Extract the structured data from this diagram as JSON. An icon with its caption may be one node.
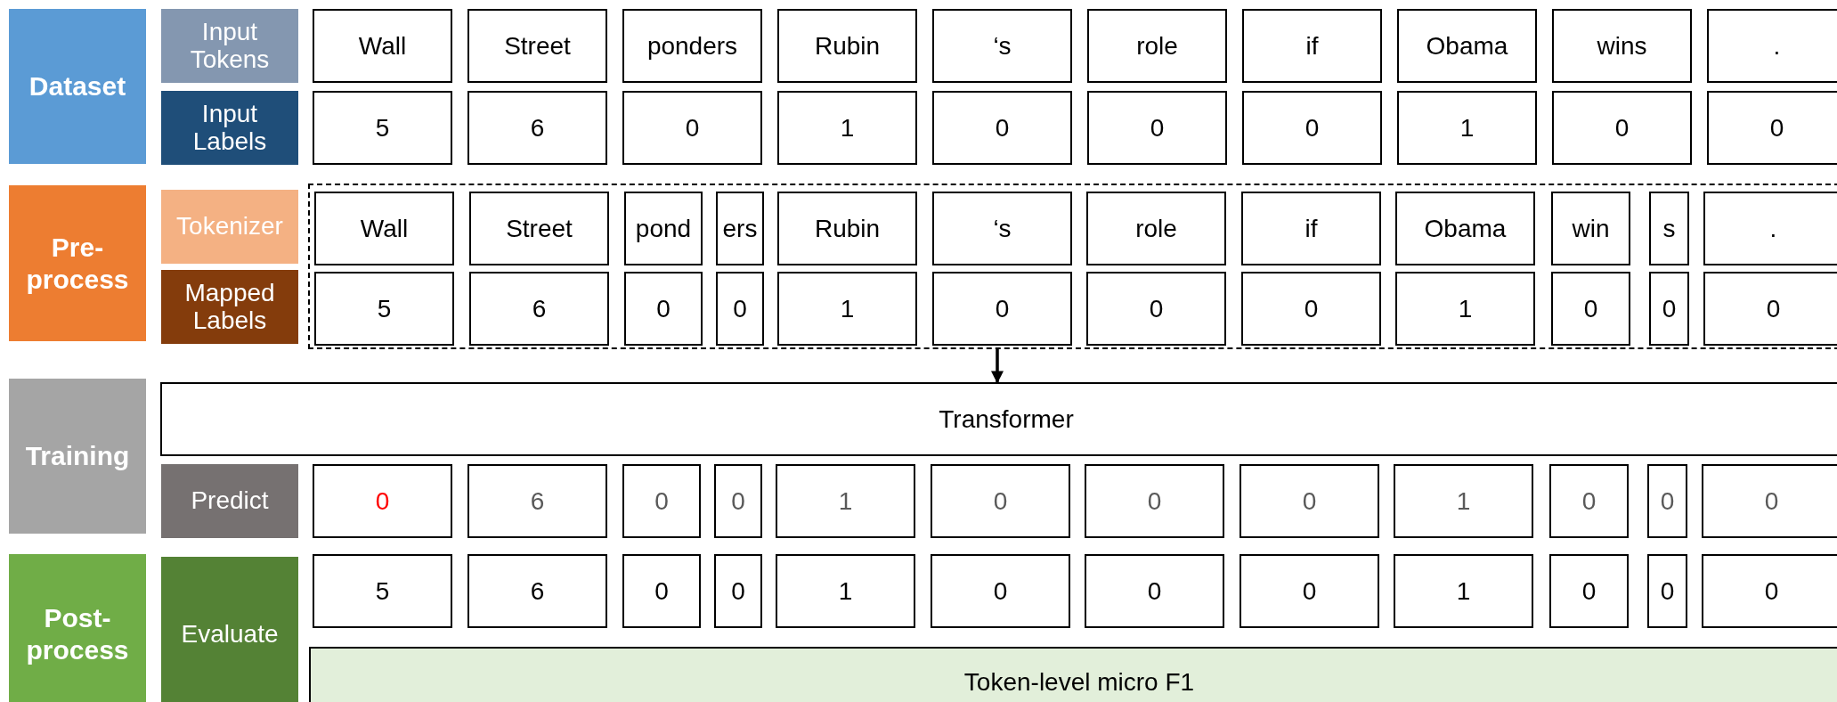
{
  "diagram": {
    "nodes": [
      {
        "text": [
          "Dataset"
        ]
      },
      {
        "text": [
          "Input Tokens"
        ]
      },
      {
        "text": [
          "Wall"
        ]
      },
      {
        "text": [
          "Street"
        ]
      },
      {
        "text": [
          "ponders"
        ]
      },
      {
        "text": [
          "Rubin"
        ]
      },
      {
        "text": [
          "‘s"
        ]
      },
      {
        "text": [
          "role"
        ]
      },
      {
        "text": [
          "if"
        ]
      },
      {
        "text": [
          "Obama"
        ]
      },
      {
        "text": [
          "wins"
        ]
      },
      {
        "text": [
          "."
        ]
      },
      {
        "text": [
          "Input Labels"
        ]
      },
      {
        "text": [
          "5"
        ]
      },
      {
        "text": [
          "6"
        ]
      },
      {
        "text": [
          "0"
        ]
      },
      {
        "text": [
          "1"
        ]
      },
      {
        "text": [
          "0"
        ]
      },
      {
        "text": [
          "0"
        ]
      },
      {
        "text": [
          "0"
        ]
      },
      {
        "text": [
          "1"
        ]
      },
      {
        "text": [
          "0"
        ]
      },
      {
        "text": [
          "0"
        ]
      },
      {
        "text": [
          "Pre- process"
        ]
      },
      {
        "text": [
          "Tokenizer"
        ]
      },
      {
        "text": [],
        "shape": "box"
      },
      {
        "text": [
          "Wall"
        ],
        "in": 25
      },
      {
        "text": [
          "Street"
        ],
        "in": 25
      },
      {
        "text": [
          "pond"
        ],
        "in": 25
      },
      {
        "text": [
          "ers"
        ],
        "in": 25
      },
      {
        "text": [
          "Rubin"
        ],
        "in": 25
      },
      {
        "text": [
          "‘s"
        ],
        "in": 25
      },
      {
        "text": [
          "role"
        ],
        "in": 25
      },
      {
        "text": [
          "if"
        ],
        "in": 25
      },
      {
        "text": [
          "Obama"
        ],
        "in": 25
      },
      {
        "text": [
          "win"
        ],
        "in": 25
      },
      {
        "text": [
          "s"
        ],
        "in": 25
      },
      {
        "text": [
          "."
        ],
        "in": 25
      },
      {
        "text": [
          "Mapped Labels"
        ]
      },
      {
        "text": [
          "5"
        ],
        "in": 25
      },
      {
        "text": [
          "6"
        ],
        "in": 25
      },
      {
        "text": [
          "0"
        ],
        "in": 25
      },
      {
        "text": [
          "0"
        ],
        "in": 25
      },
      {
        "text": [
          "1"
        ],
        "in": 25
      },
      {
        "text": [
          "0"
        ],
        "in": 25
      },
      {
        "text": [
          "0"
        ],
        "in": 25
      },
      {
        "text": [
          "0"
        ],
        "in": 25
      },
      {
        "text": [
          "1"
        ],
        "in": 25
      },
      {
        "text": [
          "0"
        ],
        "in": 25
      },
      {
        "text": [
          "0"
        ],
        "in": 25
      },
      {
        "text": [
          "0"
        ],
        "in": 25
      },
      {
        "text": [
          "Training"
        ]
      },
      {
        "text": [
          "Transformer"
        ]
      },
      {
        "text": [
          "Predict"
        ]
      },
      {
        "text": [
          "0"
        ]
      },
      {
        "text": [
          "6"
        ]
      },
      {
        "text": [
          "0"
        ]
      },
      {
        "text": [
          "0"
        ]
      },
      {
        "text": [
          "1"
        ]
      },
      {
        "text": [
          "0"
        ]
      },
      {
        "text": [
          "0"
        ]
      },
      {
        "text": [
          "0"
        ]
      },
      {
        "text": [
          "1"
        ]
      },
      {
        "text": [
          "0"
        ]
      },
      {
        "text": [
          "0"
        ]
      },
      {
        "text": [
          "0"
        ]
      },
      {
        "text": [
          "Post- process"
        ]
      },
      {
        "text": [
          "Evaluate"
        ]
      },
      {
        "text": [
          "5"
        ]
      },
      {
        "text": [
          "6"
        ]
      },
      {
        "text": [
          "0"
        ]
      },
      {
        "text": [
          "0"
        ]
      },
      {
        "text": [
          "1"
        ]
      },
      {
        "text": [
          "0"
        ]
      },
      {
        "text": [
          "0"
        ]
      },
      {
        "text": [
          "0"
        ]
      },
      {
        "text": [
          "1"
        ]
      },
      {
        "text": [
          "0"
        ]
      },
      {
        "text": [
          "0"
        ]
      },
      {
        "text": [
          "0"
        ]
      },
      {
        "text": [
          "Token-level micro F1"
        ]
      }
    ],
    "edges": [
      {
        "from": 25,
        "to": 52,
        "arrow": "to"
      }
    ]
  }
}
